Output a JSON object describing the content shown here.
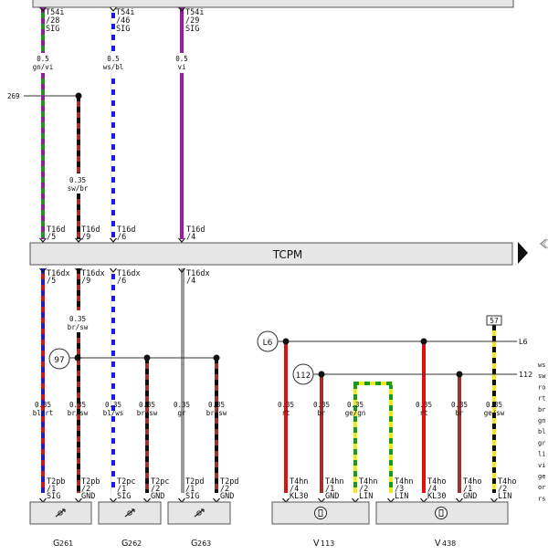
{
  "colors": {
    "rt": "#e01010",
    "br": "#a03030",
    "sw": "#101010",
    "gn": "#1a9a1a",
    "vi": "#9a1aa8",
    "bl": "#1a1ae0",
    "ws": "#ffffff",
    "gr": "#999999",
    "ge": "#f0e81a",
    "module_fill": "#e6e6e6",
    "module_stroke": "#555555"
  },
  "top_connectors": [
    {
      "pin": "T54i",
      "num": "/28",
      "fn": "SIG"
    },
    {
      "pin": "T54i",
      "num": "/46",
      "fn": "SIG"
    },
    {
      "pin": "T54i",
      "num": "/29",
      "fn": "SIG"
    }
  ],
  "top_wires": [
    {
      "size": "0.5",
      "color": "gn/vi"
    },
    {
      "size": "0.5",
      "color": "ws/bl"
    },
    {
      "size": "0.5",
      "color": "vi"
    }
  ],
  "ref_269": "269",
  "wire_swbr": {
    "size": "0.35",
    "color": "sw/br"
  },
  "tcpm": {
    "label": "TCPM",
    "top_pins": [
      {
        "pin": "T16d",
        "num": "/5"
      },
      {
        "pin": "T16d",
        "num": "/9"
      },
      {
        "pin": "T16d",
        "num": "/6"
      },
      {
        "pin": "T16d",
        "num": "/4"
      }
    ],
    "bottom_pins": [
      {
        "pin": "T16dx",
        "num": "/5"
      },
      {
        "pin": "T16dx",
        "num": "/9"
      },
      {
        "pin": "T16dx",
        "num": "/6"
      },
      {
        "pin": "T16dx",
        "num": "/4"
      }
    ]
  },
  "wire_brsw_mid": {
    "size": "0.35",
    "color": "br/sw"
  },
  "splices": {
    "s97": "97",
    "sL6": "L6",
    "s112": "112",
    "box57": "57"
  },
  "right_refs": {
    "l6": "L6",
    "r112": "112"
  },
  "bottom_wires": [
    {
      "size": "0.35",
      "color": "bl/rt"
    },
    {
      "size": "0.35",
      "color": "br/sw"
    },
    {
      "size": "0.35",
      "color": "bl/ws"
    },
    {
      "size": "0.35",
      "color": "br/sw"
    },
    {
      "size": "0.35",
      "color": "gr"
    },
    {
      "size": "0.35",
      "color": "br/sw"
    },
    {
      "size": "0.35",
      "color": "rt"
    },
    {
      "size": "0.35",
      "color": "br"
    },
    {
      "size": "0.35",
      "color": "ge/gn"
    },
    {
      "size": "0.35",
      "color": "rt"
    },
    {
      "size": "0.35",
      "color": "br"
    },
    {
      "size": "0.35",
      "color": "ge/sw"
    }
  ],
  "bottom_pins": [
    {
      "pin": "T2pb",
      "num": "/1",
      "fn": "SIG"
    },
    {
      "pin": "T2pb",
      "num": "/2",
      "fn": "GND"
    },
    {
      "pin": "T2pc",
      "num": "/1",
      "fn": "SIG"
    },
    {
      "pin": "T2pc",
      "num": "/2",
      "fn": "GND"
    },
    {
      "pin": "T2pd",
      "num": "/1",
      "fn": "SIG"
    },
    {
      "pin": "T2pd",
      "num": "/2",
      "fn": "GND"
    },
    {
      "pin": "T4hn",
      "num": "/4",
      "fn": "KL30"
    },
    {
      "pin": "T4hn",
      "num": "/1",
      "fn": "GND"
    },
    {
      "pin": "T4hn",
      "num": "/2",
      "fn": "LIN"
    },
    {
      "pin": "T4hn",
      "num": "/3",
      "fn": "LIN"
    },
    {
      "pin": "T4ho",
      "num": "/4",
      "fn": "KL30"
    },
    {
      "pin": "T4ho",
      "num": "/1",
      "fn": "GND"
    },
    {
      "pin": "T4ho",
      "num": "/2",
      "fn": "LIN"
    }
  ],
  "components": [
    {
      "prefix": "G",
      "num": "261"
    },
    {
      "prefix": "G",
      "num": "262"
    },
    {
      "prefix": "G",
      "num": "263"
    },
    {
      "prefix": "V",
      "num": "113"
    },
    {
      "prefix": "V",
      "num": "438"
    }
  ],
  "legend": [
    "ws",
    "sw",
    "ro",
    "rt",
    "br",
    "gn",
    "bl",
    "gr",
    "li",
    "vi",
    "ge",
    "or",
    "rs"
  ],
  "icons": {
    "sensor": "sensor-icon",
    "motor": "motor-icon",
    "next_page": "arrow-right-icon",
    "edge_mark": "page-edge-icon"
  }
}
